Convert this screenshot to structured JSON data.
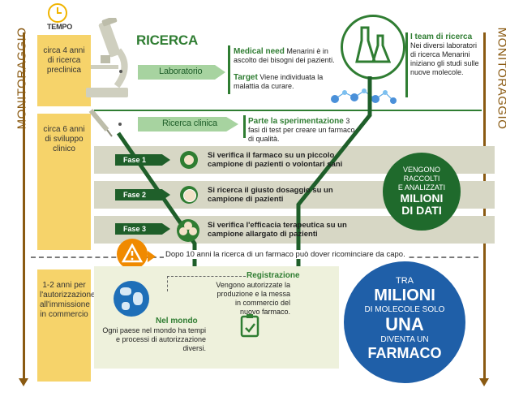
{
  "side_label": "MONITORAGGIO",
  "tempo": {
    "label": "TEMPO"
  },
  "timeline": [
    {
      "text": "circa 4 anni di ricerca preclinica"
    },
    {
      "text": "circa 6 anni di sviluppo clinico"
    },
    {
      "text": "1-2 anni per l'autorizzazione all'immissione in commercio"
    }
  ],
  "ricerca": {
    "title": "RICERCA",
    "lab_label": "Laboratorio"
  },
  "medical_need": {
    "title": "Medical need",
    "text": "Menarini è in ascolto dei bisogni dei pazienti."
  },
  "target": {
    "title": "Target",
    "text": "Viene individuata la malattia da curare."
  },
  "team": {
    "title": "I team di ricerca",
    "text": "Nei diversi laboratori di ricerca Menarini iniziano gli studi sulle nuove molecole."
  },
  "clinical": {
    "label": "Ricerca clinica",
    "title": "Parte la sperimentazione",
    "text": "3 fasi di test per creare un farmaco di qualità."
  },
  "phases": [
    {
      "label": "Fase 1",
      "text": "Si verifica il farmaco su un piccolo campione di pazienti o volontari sani"
    },
    {
      "label": "Fase 2",
      "text": "Si ricerca il giusto dosaggio su un campione di pazienti"
    },
    {
      "label": "Fase 3",
      "text": "Si verifica l'efficacia terapeutica su un campione allargato di pazienti"
    }
  ],
  "data_circle": {
    "line1": "VENGONO",
    "line2": "RACCOLTI",
    "line3": "E ANALIZZATI",
    "line4": "MILIONI",
    "line5": "DI DATI"
  },
  "warning": {
    "text": "Dopo 10 anni la ricerca di un farmaco può dover ricominciare da capo."
  },
  "registrazione": {
    "title": "Registrazione",
    "text": "Vengono autorizzate la produzione e la messa in commercio del nuovo farmaco."
  },
  "mondo": {
    "title": "Nel mondo",
    "text": "Ogni paese nel mondo ha tempi e processi di autorizzazione diversi."
  },
  "big_circle": {
    "l1": "TRA",
    "l2": "MILIONI",
    "l3": "DI MOLECOLE SOLO",
    "l4": "UNA",
    "l5": "DIVENTA UN",
    "l6": "FARMACO"
  },
  "colors": {
    "green": "#2f7d32",
    "dark_green": "#1f5f2a",
    "blue": "#1f5fa8",
    "orange": "#f08a00",
    "yellow": "#f6d36a",
    "brown": "#8a5a12"
  }
}
